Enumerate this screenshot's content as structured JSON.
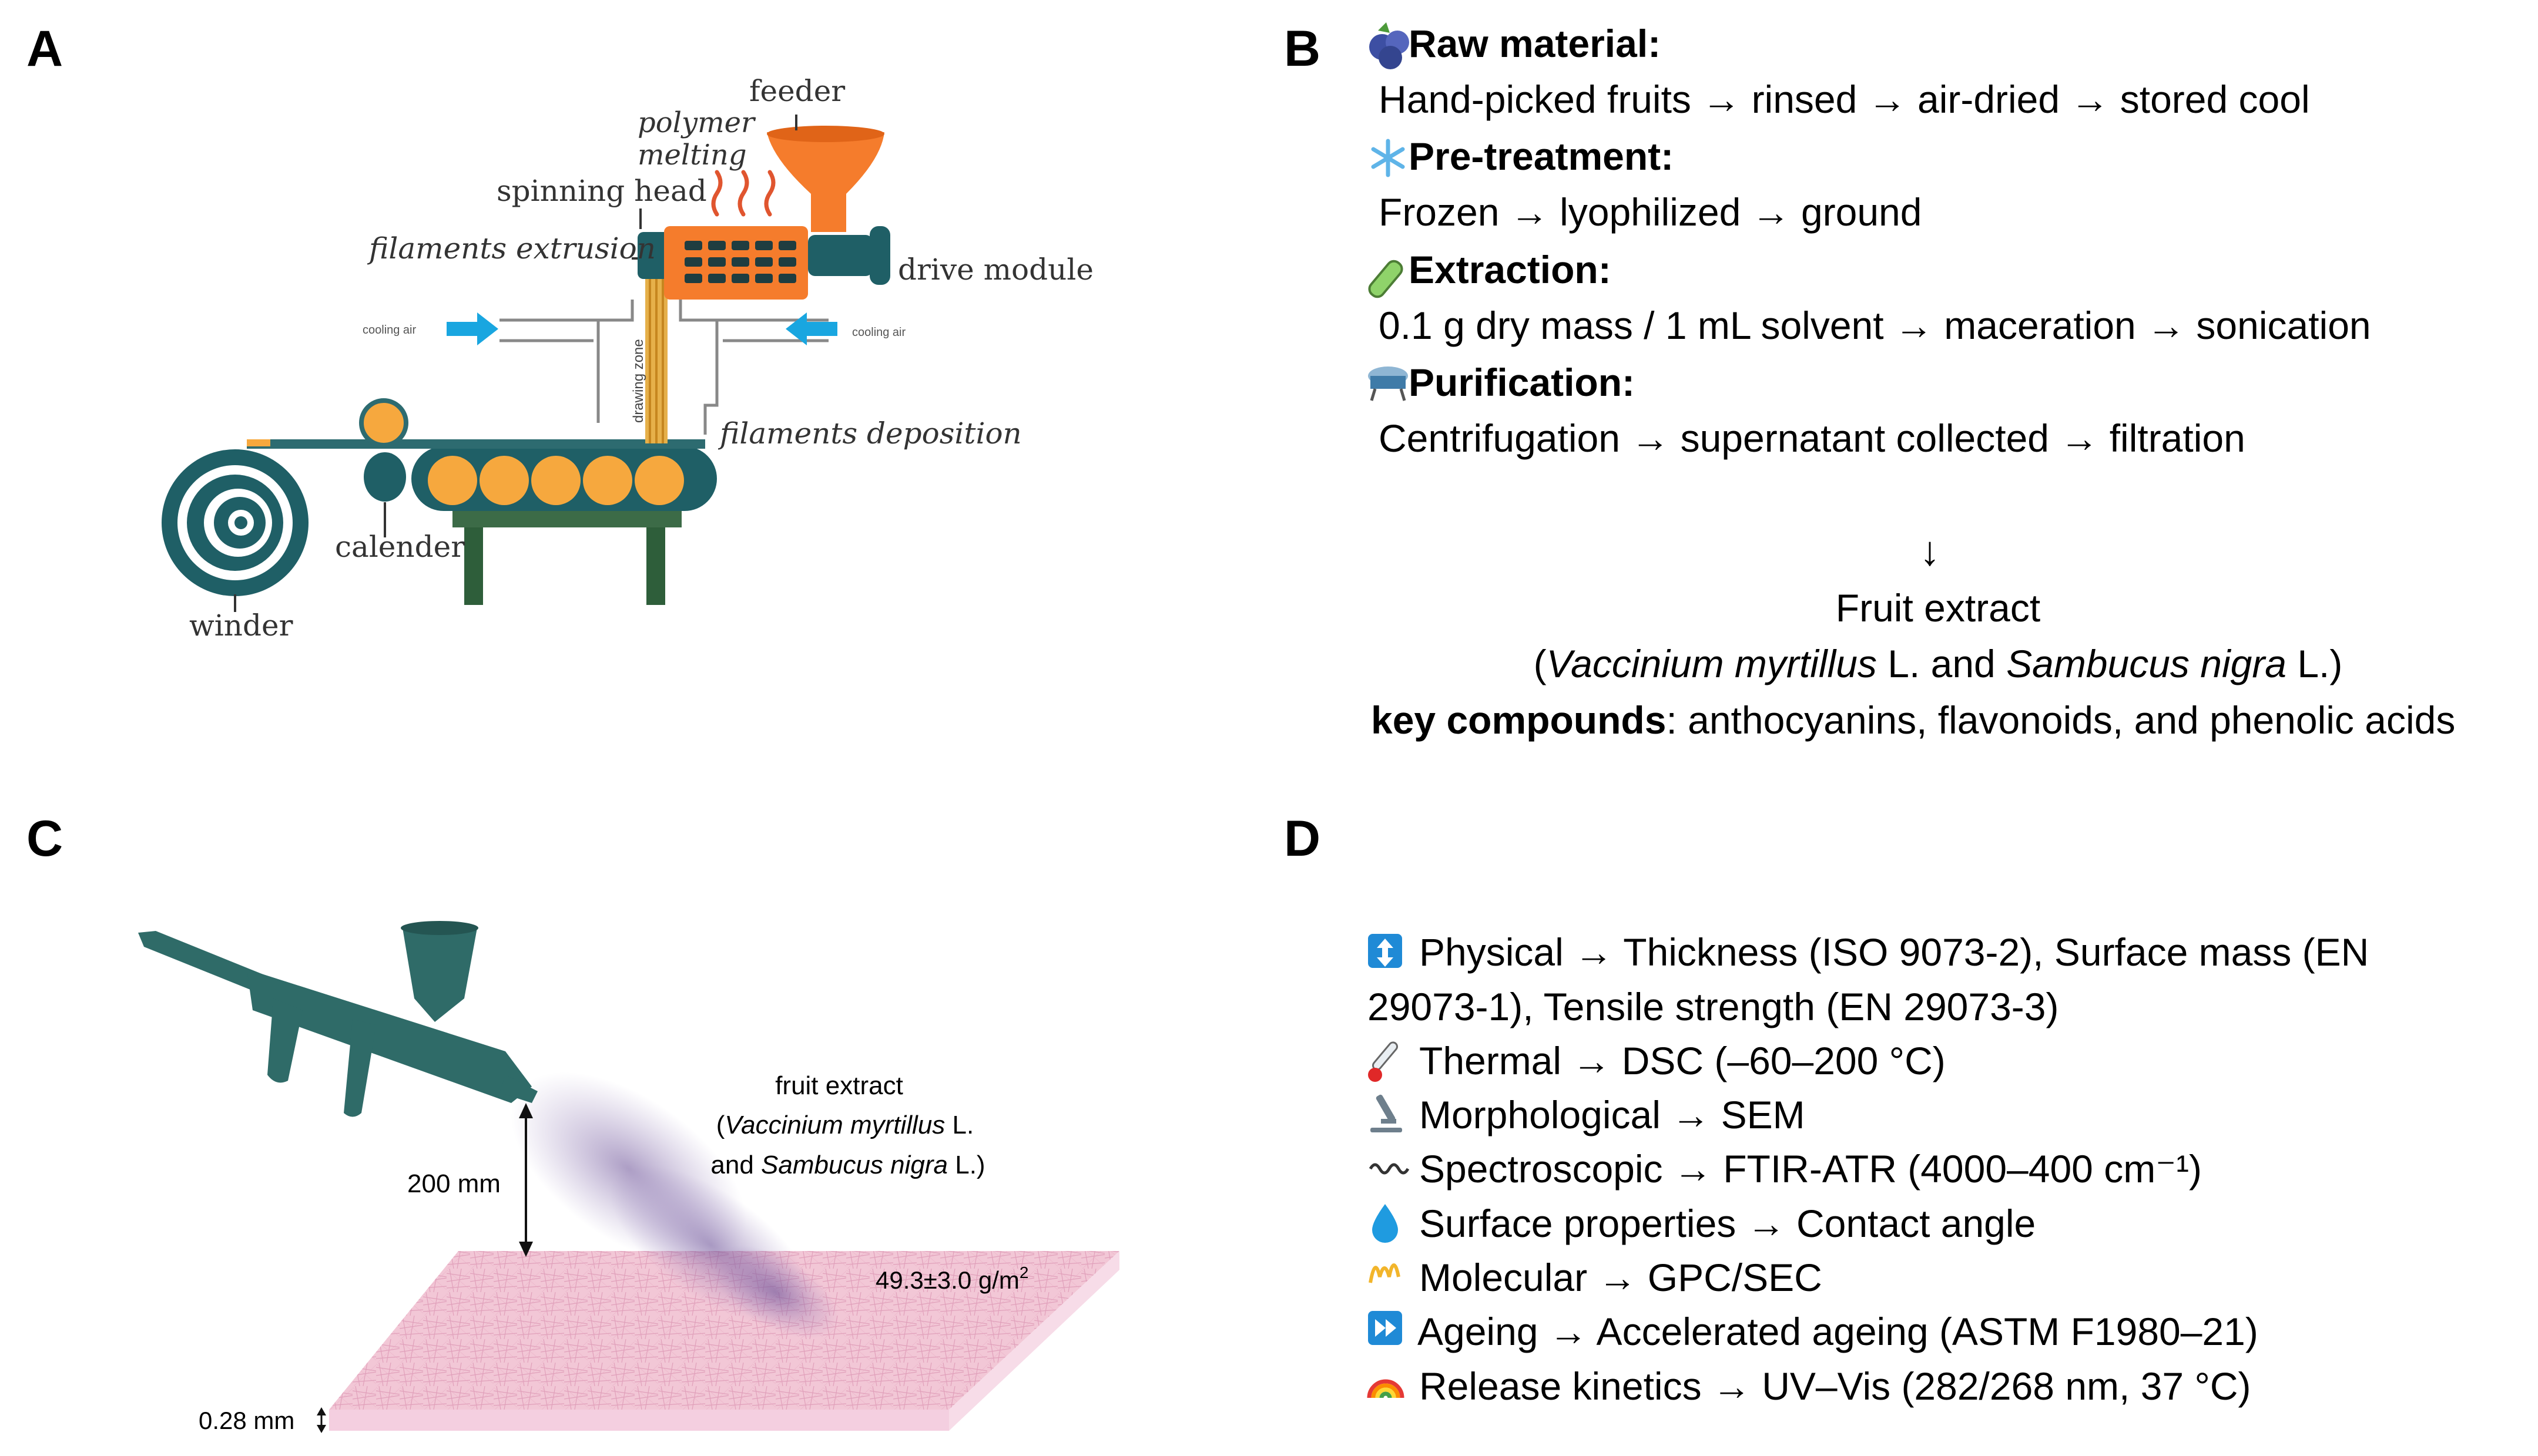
{
  "panels": {
    "a": {
      "letter": "A",
      "labels": {
        "feeder": "feeder",
        "polymer": "polymer",
        "melting": "melting",
        "spinning_head": "spinning head",
        "filaments_extrusion": "filaments extrusion",
        "drive_module": "drive module",
        "cooling_air_left": "cooling air",
        "cooling_air_right": "cooling air",
        "drawing_zone": "drawing zone",
        "filaments_deposition": "filaments deposition",
        "calender": "calender",
        "winder": "winder"
      },
      "colors": {
        "machine": "#1f5f66",
        "orange": "#f57c2c",
        "roller": "#f6a83e",
        "arrow": "#19a6e0",
        "table": "#2e5e3a"
      }
    },
    "b": {
      "letter": "B",
      "steps": [
        {
          "icon": "blueberry-icon",
          "title": "Raw material:",
          "text": "Hand-picked fruits → rinsed → air-dried → stored cool"
        },
        {
          "icon": "snowflake-icon",
          "title": "Pre-treatment:",
          "text": "Frozen  → lyophilized → ground"
        },
        {
          "icon": "test-tube-icon",
          "title": "Extraction:",
          "text": "0.1 g  dry mass / 1 mL solvent → maceration → sonication"
        },
        {
          "icon": "centrifuge-icon",
          "title": "Purification:",
          "text": "Centrifugation → supernatant collected → filtration"
        }
      ],
      "arrow": "↓",
      "result": {
        "line1": "Fruit extract",
        "paren_open": "(",
        "species1": "Vaccinium myrtillus",
        "mid": " L. and ",
        "species2": "Sambucus nigra",
        "end": " L.)",
        "key_label": "key compounds",
        "key_text": ":  anthocyanins, flavonoids, and phenolic acids"
      }
    },
    "c": {
      "letter": "C",
      "extract_line1": "fruit extract",
      "paren_open": "(",
      "species1": "Vaccinium myrtillus",
      "species1_suffix": " L.",
      "and_text": "and ",
      "species2": "Sambucus nigra",
      "species2_suffix": " L.)",
      "distance": "200 mm",
      "surface_mass": "49.3±3.0 g/m",
      "surface_mass_sup": "2",
      "thickness": "0.28 mm",
      "colors": {
        "airbrush": "#2f6b68",
        "fabric": "#f0c2d3",
        "spray": "#7b5a9c"
      }
    },
    "d": {
      "letter": "D",
      "items": [
        {
          "icon": "up-down-arrow-icon",
          "lines": [
            "Physical → Thickness (ISO 9073-2), Surface mass (EN",
            "29073-1), Tensile strength (EN 29073-3)"
          ]
        },
        {
          "icon": "thermometer-icon",
          "lines": [
            "Thermal → DSC (–60–200 °C)"
          ]
        },
        {
          "icon": "microscope-icon",
          "lines": [
            "Morphological → SEM"
          ]
        },
        {
          "icon": "wave-icon",
          "lines": [
            "Spectroscopic → FTIR-ATR (4000–400 cm⁻¹)"
          ]
        },
        {
          "icon": "droplet-icon",
          "lines": [
            "Surface properties → Contact angle"
          ]
        },
        {
          "icon": "chromatogram-icon",
          "lines": [
            "Molecular  → GPC/SEC"
          ]
        },
        {
          "icon": "fast-forward-icon",
          "lines": [
            "Ageing → Accelerated ageing (ASTM F1980–21)"
          ]
        },
        {
          "icon": "rainbow-icon",
          "lines": [
            "Release kinetics → UV–Vis (282/268 nm, 37 °C)"
          ]
        }
      ]
    }
  }
}
